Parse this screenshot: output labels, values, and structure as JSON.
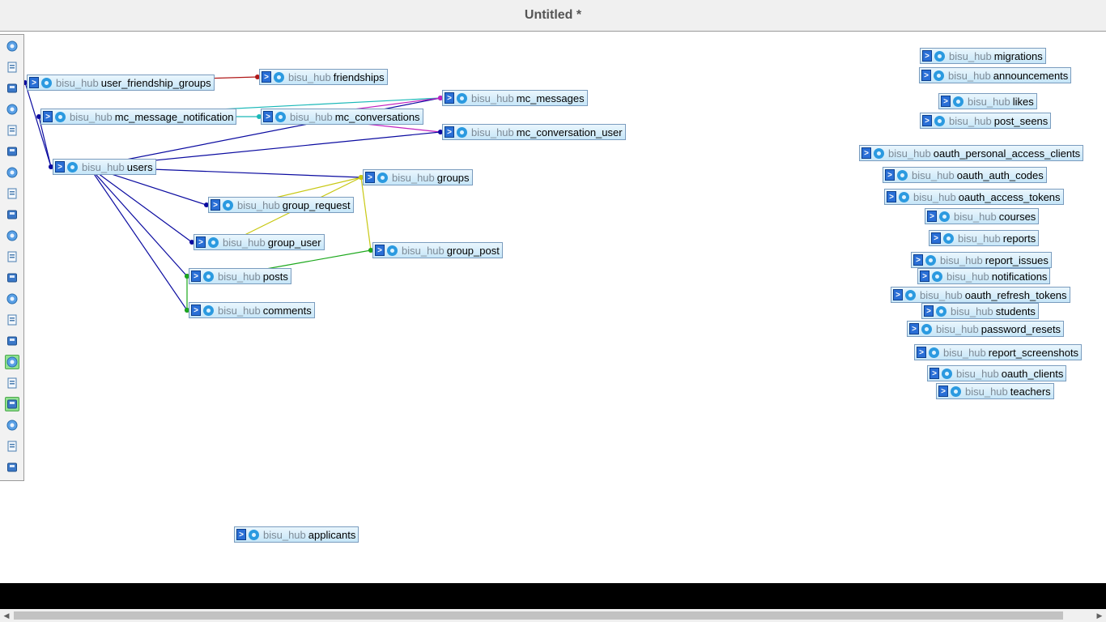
{
  "window": {
    "title": "Untitled *"
  },
  "database": "bisu_hub",
  "colors": {
    "relation_users": "#0b0ba0",
    "relation_friendship": "#b01818",
    "relation_notification": "#1ab8b8",
    "relation_mc": "#c020c0",
    "relation_groups": "#c8c814",
    "relation_posts": "#1ca81c",
    "table_border": "#7a9cbe"
  },
  "toolbar": [
    {
      "icon": "zoom-reset-icon",
      "active": false
    },
    {
      "icon": "fit-to-screen-icon",
      "active": false
    },
    {
      "icon": "add-table-icon",
      "active": false
    },
    {
      "icon": "new-page-icon",
      "active": false
    },
    {
      "icon": "edit-icon",
      "active": false
    },
    {
      "icon": "save-icon",
      "active": false
    },
    {
      "icon": "save-as-icon",
      "active": false
    },
    {
      "icon": "delete-page-icon",
      "active": false
    },
    {
      "icon": "table-list-icon",
      "active": false
    },
    {
      "icon": "add-relation-icon",
      "active": false
    },
    {
      "icon": "toggle-visibility-icon",
      "active": false
    },
    {
      "icon": "angular-links-icon",
      "active": false
    },
    {
      "icon": "help-icon",
      "active": false
    },
    {
      "icon": "relation-lines-icon",
      "active": false
    },
    {
      "icon": "snap-to-grid-icon",
      "active": false
    },
    {
      "icon": "show-all-columns-icon",
      "active": true
    },
    {
      "icon": "small-big-toggle-icon",
      "active": false
    },
    {
      "icon": "toggle-relation-lines-icon",
      "active": true
    },
    {
      "icon": "export-icon",
      "active": false
    },
    {
      "icon": "move-menu-icon",
      "active": false
    },
    {
      "icon": "pin-menu-icon",
      "active": false
    }
  ],
  "tables": [
    {
      "name": "user_friendship_groups"
    },
    {
      "name": "friendships"
    },
    {
      "name": "mc_messages"
    },
    {
      "name": "mc_message_notification"
    },
    {
      "name": "mc_conversations"
    },
    {
      "name": "mc_conversation_user"
    },
    {
      "name": "users"
    },
    {
      "name": "groups"
    },
    {
      "name": "group_request"
    },
    {
      "name": "group_user"
    },
    {
      "name": "group_post"
    },
    {
      "name": "posts"
    },
    {
      "name": "comments"
    },
    {
      "name": "applicants"
    },
    {
      "name": "migrations"
    },
    {
      "name": "announcements"
    },
    {
      "name": "likes"
    },
    {
      "name": "post_seens"
    },
    {
      "name": "oauth_personal_access_clients"
    },
    {
      "name": "oauth_auth_codes"
    },
    {
      "name": "oauth_access_tokens"
    },
    {
      "name": "courses"
    },
    {
      "name": "reports"
    },
    {
      "name": "report_issues"
    },
    {
      "name": "notifications"
    },
    {
      "name": "oauth_refresh_tokens"
    },
    {
      "name": "students"
    },
    {
      "name": "password_resets"
    },
    {
      "name": "report_screenshots"
    },
    {
      "name": "oauth_clients"
    },
    {
      "name": "teachers"
    }
  ],
  "relations": [
    {
      "from": "users",
      "to": "user_friendship_groups",
      "color": "relation_users"
    },
    {
      "from": "user_friendship_groups",
      "to": "friendships",
      "color": "relation_friendship"
    },
    {
      "from": "users",
      "to": "mc_message_notification",
      "color": "relation_users"
    },
    {
      "from": "mc_message_notification",
      "to": "mc_conversations",
      "color": "relation_notification"
    },
    {
      "from": "mc_message_notification",
      "to": "mc_messages",
      "color": "relation_notification"
    },
    {
      "from": "users",
      "to": "mc_messages",
      "color": "relation_users"
    },
    {
      "from": "mc_conversations",
      "to": "mc_messages",
      "color": "relation_mc"
    },
    {
      "from": "mc_conversations",
      "to": "mc_conversation_user",
      "color": "relation_mc"
    },
    {
      "from": "users",
      "to": "mc_conversation_user",
      "color": "relation_users"
    },
    {
      "from": "users",
      "to": "groups",
      "color": "relation_users"
    },
    {
      "from": "users",
      "to": "group_request",
      "color": "relation_users"
    },
    {
      "from": "users",
      "to": "group_user",
      "color": "relation_users"
    },
    {
      "from": "users",
      "to": "posts",
      "color": "relation_users"
    },
    {
      "from": "users",
      "to": "comments",
      "color": "relation_users"
    },
    {
      "from": "group_request",
      "to": "groups",
      "color": "relation_groups"
    },
    {
      "from": "group_user",
      "to": "groups",
      "color": "relation_groups"
    },
    {
      "from": "group_post",
      "to": "groups",
      "color": "relation_groups"
    },
    {
      "from": "posts",
      "to": "group_post",
      "color": "relation_posts"
    },
    {
      "from": "posts",
      "to": "comments",
      "color": "relation_posts"
    }
  ]
}
